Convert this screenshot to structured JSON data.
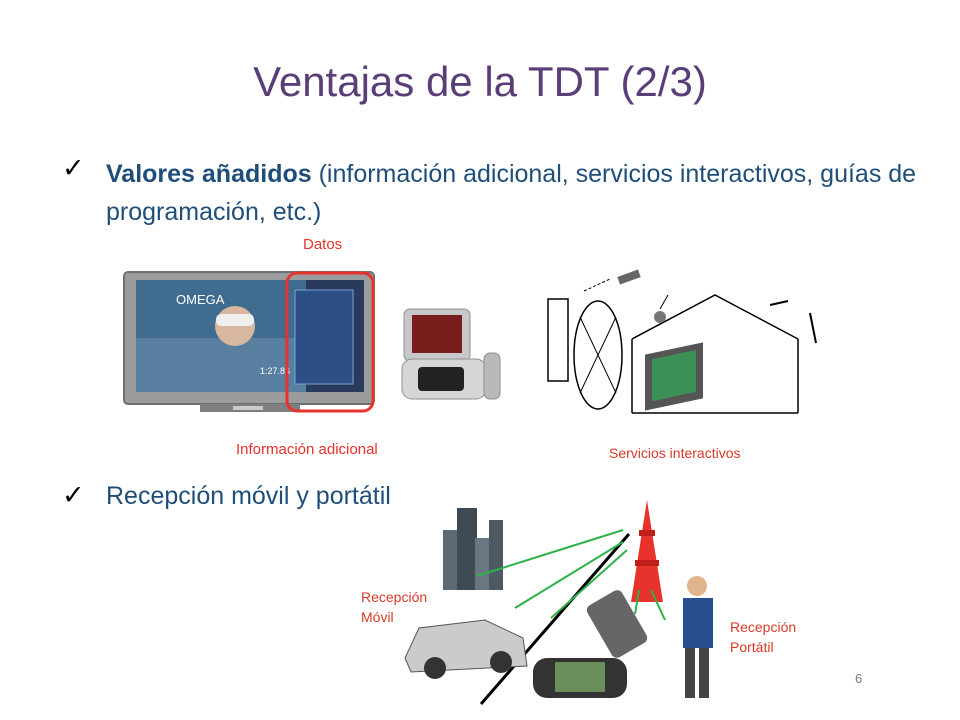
{
  "slide": {
    "title": "Ventajas de la TDT (2/3)",
    "bullet1_bold": "Valores añadidos",
    "bullet1_rest": " (información adicional, servicios interactivos, guías de programación, etc.)",
    "bullet2": "Recepción móvil y portátil",
    "label_datos": "Datos",
    "label_info": "Información  adicional",
    "label_servicios": "Servicios interactivos",
    "label_movil_1": "Recepción",
    "label_movil_2": "Móvil",
    "label_portatil_1": "Recepción",
    "label_portatil_2": "Portátil",
    "page_number": "6",
    "tv_brand": "OMEGA",
    "tv_score": "1:27.86"
  },
  "colors": {
    "title": "#5a3e78",
    "bullet_text": "#1f4e79",
    "highlight_red": "#e8322c",
    "signal_green": "#2db34a"
  }
}
